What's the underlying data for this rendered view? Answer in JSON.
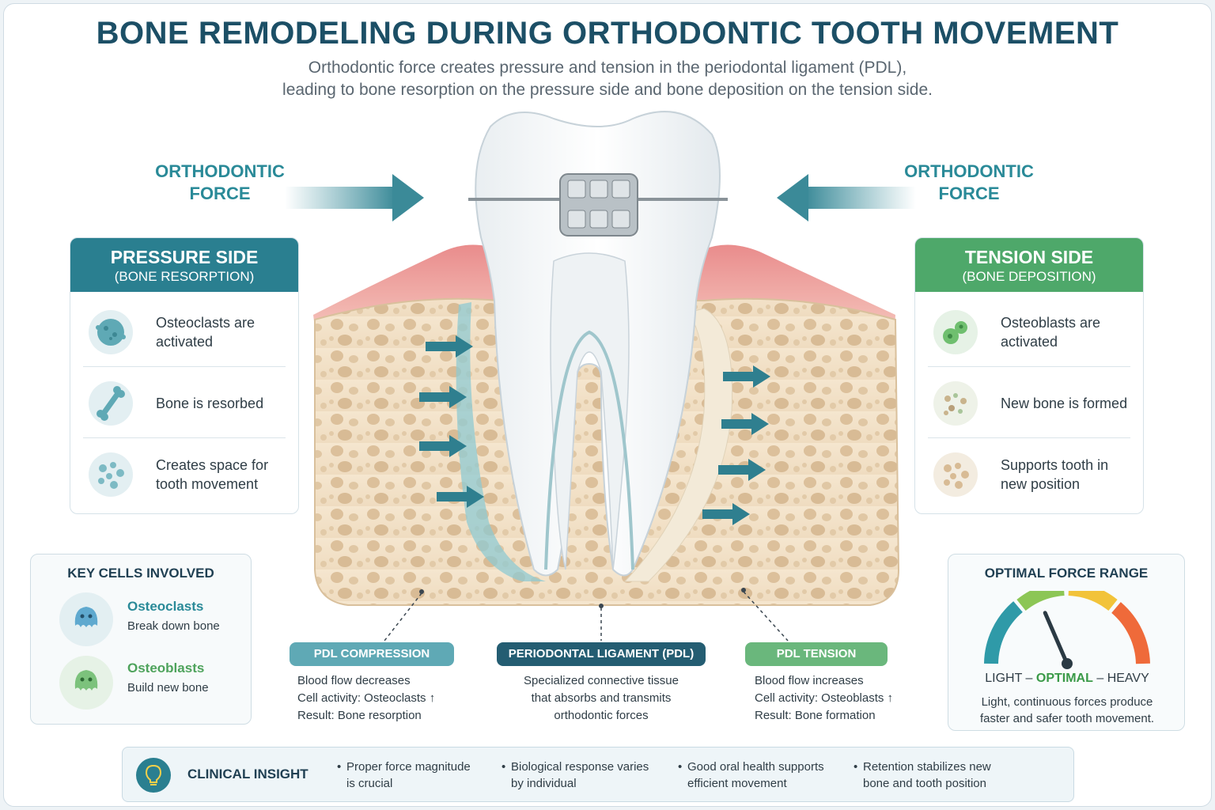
{
  "title": "BONE REMODELING DURING ORTHODONTIC TOOTH MOVEMENT",
  "subtitle_line1": "Orthodontic force creates pressure and tension in the periodontal ligament (PDL),",
  "subtitle_line2": "leading to bone resorption on the pressure side and bone deposition on the tension side.",
  "force_left": {
    "line1": "ORTHODONTIC",
    "line2": "FORCE"
  },
  "force_right": {
    "line1": "ORTHODONTIC",
    "line2": "FORCE"
  },
  "pressure_side": {
    "heading": "PRESSURE SIDE",
    "subheading": "(BONE RESORPTION)",
    "items": [
      {
        "line1": "Osteoclasts are",
        "line2": "activated",
        "icon": "osteoclast-cell-icon"
      },
      {
        "line1": "Bone is resorbed",
        "line2": "",
        "icon": "bone-icon"
      },
      {
        "line1": "Creates space for",
        "line2": "tooth movement",
        "icon": "porous-bone-icon"
      }
    ]
  },
  "tension_side": {
    "heading": "TENSION SIDE",
    "subheading": "(BONE DEPOSITION)",
    "items": [
      {
        "line1": "Osteoblasts are",
        "line2": "activated",
        "icon": "osteoblast-cell-icon"
      },
      {
        "line1": "New bone is formed",
        "line2": "",
        "icon": "new-bone-icon"
      },
      {
        "line1": "Supports tooth in",
        "line2": "new position",
        "icon": "dense-bone-icon"
      }
    ]
  },
  "key_cells": {
    "title": "KEY CELLS INVOLVED",
    "cells": [
      {
        "name": "Osteoclasts",
        "desc": "Break down bone",
        "color": "#2a8a98"
      },
      {
        "name": "Osteoblasts",
        "desc": "Build new bone",
        "color": "#4ea35c"
      }
    ]
  },
  "pdl": {
    "compression": {
      "label": "PDL COMPRESSION",
      "lines": [
        "Blood flow decreases",
        "Cell activity: Osteoclasts ↑",
        "Result: Bone resorption"
      ]
    },
    "ligament": {
      "label": "PERIODONTAL LIGAMENT (PDL)",
      "lines": [
        "Specialized connective tissue",
        "that absorbs and transmits",
        "orthodontic forces"
      ]
    },
    "tension": {
      "label": "PDL TENSION",
      "lines": [
        "Blood flow increases",
        "Cell activity: Osteoblasts ↑",
        "Result: Bone formation"
      ]
    }
  },
  "force_range": {
    "title": "OPTIMAL FORCE RANGE",
    "light": "LIGHT",
    "dash": "–",
    "optimal": "OPTIMAL",
    "heavy": "HEAVY",
    "note_line1": "Light, continuous forces produce",
    "note_line2": "faster and safer tooth movement.",
    "gauge_value": 0.37
  },
  "clinical_insight": {
    "label": "CLINICAL INSIGHT",
    "points": [
      {
        "line1": "Proper force magnitude",
        "line2": "is crucial"
      },
      {
        "line1": "Biological response varies",
        "line2": "by individual"
      },
      {
        "line1": "Good oral health supports",
        "line2": "efficient movement"
      },
      {
        "line1": "Retention stabilizes new",
        "line2": "bone and tooth position"
      }
    ]
  },
  "colors": {
    "pressure": "#2a7f90",
    "tension": "#4ea86a",
    "title": "#1c4f66"
  }
}
